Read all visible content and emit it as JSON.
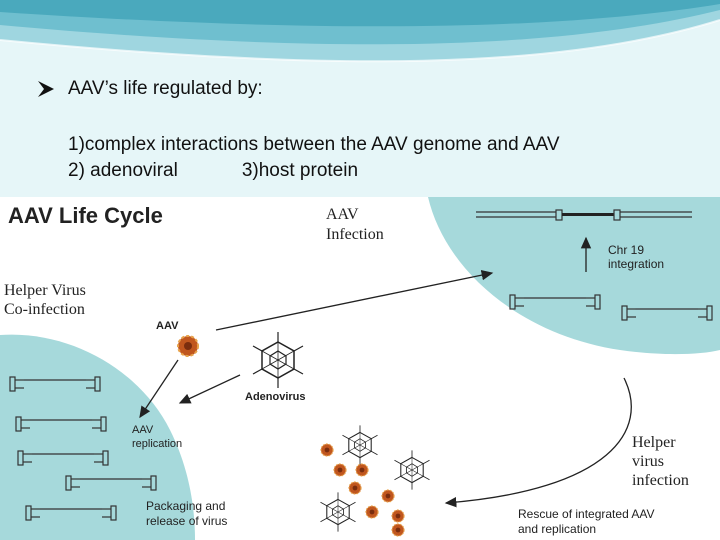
{
  "slide": {
    "bullet_heading": "AAV’s life regulated by:",
    "line1": "1)complex interactions between the AAV genome and AAV",
    "line2a": "2) adenoviral",
    "line2b": "3)host protein"
  },
  "diagram": {
    "title": "AAV Life Cycle",
    "aav_infection_line1": "AAV",
    "aav_infection_line2": "Infection",
    "helper_coinfection_line1": "Helper Virus",
    "helper_coinfection_line2": "Co-infection",
    "aav_label": "AAV",
    "adenovirus_label": "Adenovirus",
    "chr19_line1": "Chr 19",
    "chr19_line2": "integration",
    "aav_replication_line1": "AAV",
    "aav_replication_line2": "replication",
    "packaging_line1": "Packaging and",
    "packaging_line2": "release of virus",
    "helper_infection_line1": "Helper",
    "helper_infection_line2": "virus",
    "helper_infection_line3": "infection",
    "rescue_line1": "Rescue of integrated AAV",
    "rescue_line2": "and replication"
  },
  "colors": {
    "band_light": "#d4eef2",
    "band_mid": "#86cbd8",
    "cell_fill": "#a6d9db",
    "diagram_bg": "#ffffff",
    "aav_particle": "#c0561e"
  }
}
